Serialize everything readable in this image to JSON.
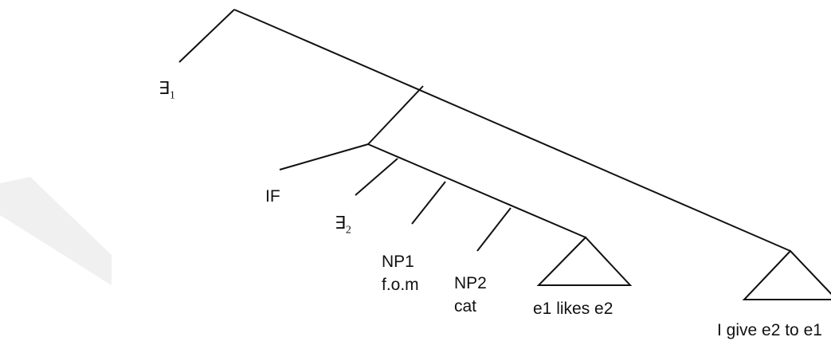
{
  "labels": {
    "exists1": "∃",
    "exists1_sub": "1",
    "if_label": "IF",
    "exists2": "∃",
    "exists2_sub": "2",
    "np1": "NP1",
    "np1_value": "f.o.m",
    "np2": "NP2",
    "np2_value": "cat",
    "inner_clause": "e1 likes e2",
    "outer_clause": "I give e2 to e1"
  },
  "colors": {
    "line": "#111111",
    "text": "#111111",
    "watermark": "#f0f0f0"
  }
}
